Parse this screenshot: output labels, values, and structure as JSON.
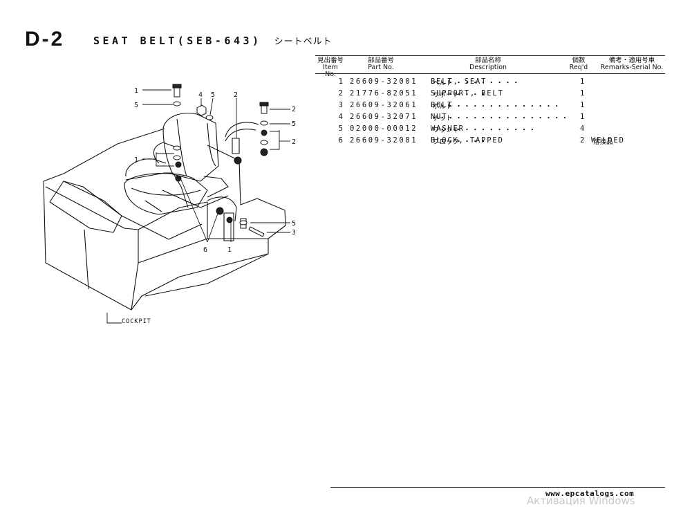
{
  "page": {
    "id": "D-2",
    "title": "SEAT BELT(SEB-643)",
    "title_jp": "シートベルト"
  },
  "table": {
    "headers": {
      "item": {
        "jp": "見出番号",
        "en": "Item No."
      },
      "part": {
        "jp": "部品番号",
        "en": "Part No."
      },
      "desc": {
        "jp": "部品名称",
        "en": "Description"
      },
      "req": {
        "jp": "個数",
        "en": "Req'd"
      },
      "remarks": {
        "jp": "備考・適用号車",
        "en": "Remarks-Serial No."
      }
    },
    "rows": [
      {
        "item": "1",
        "part": "26609-32001",
        "desc": "BELT, SEAT",
        "desc_jp": "ベルト",
        "dots": "・・・・・・・・・・・",
        "req": "1",
        "remarks": "",
        "remarks_jp": ""
      },
      {
        "item": "2",
        "part": "21776-82051",
        "desc": "SUPPORT, BELT",
        "desc_jp": "サポート",
        "dots": "・・・・・・・",
        "req": "1",
        "remarks": "",
        "remarks_jp": ""
      },
      {
        "item": "3",
        "part": "26609-32061",
        "desc": "BOLT",
        "desc_jp": "ボルト",
        "dots": "・・・・・・・・・・・・・・・・",
        "req": "1",
        "remarks": "",
        "remarks_jp": ""
      },
      {
        "item": "4",
        "part": "26609-32071",
        "desc": "NUT",
        "desc_jp": "ナット",
        "dots": "・・・・・・・・・・・・・・・・・",
        "req": "1",
        "remarks": "",
        "remarks_jp": ""
      },
      {
        "item": "5",
        "part": "02000-00012",
        "desc": "WASHER",
        "desc_jp": "ワッシャ",
        "dots": "・・・・・・・・・・・・・",
        "req": "4",
        "remarks": "",
        "remarks_jp": ""
      },
      {
        "item": "6",
        "part": "26609-32081",
        "desc": "BLOCK, TAPPED",
        "desc_jp": "ブロック",
        "dots": "・・・・・・・",
        "req": "2",
        "remarks": "WELDED",
        "remarks_jp": "溶接品"
      }
    ]
  },
  "diagram": {
    "callouts": {
      "c1a": "1",
      "c5a": "5",
      "c4": "4",
      "c5b": "5",
      "c2a": "2",
      "c2b": "2",
      "c5c": "5",
      "c2c": "2",
      "c1b": "1",
      "c5d": "5",
      "c3": "3",
      "c6": "6",
      "c1c": "1"
    },
    "cockpit_label": "COCKPIT"
  },
  "footer": {
    "url": "www.epcatalogs.com"
  },
  "watermark": "Активация Windows"
}
